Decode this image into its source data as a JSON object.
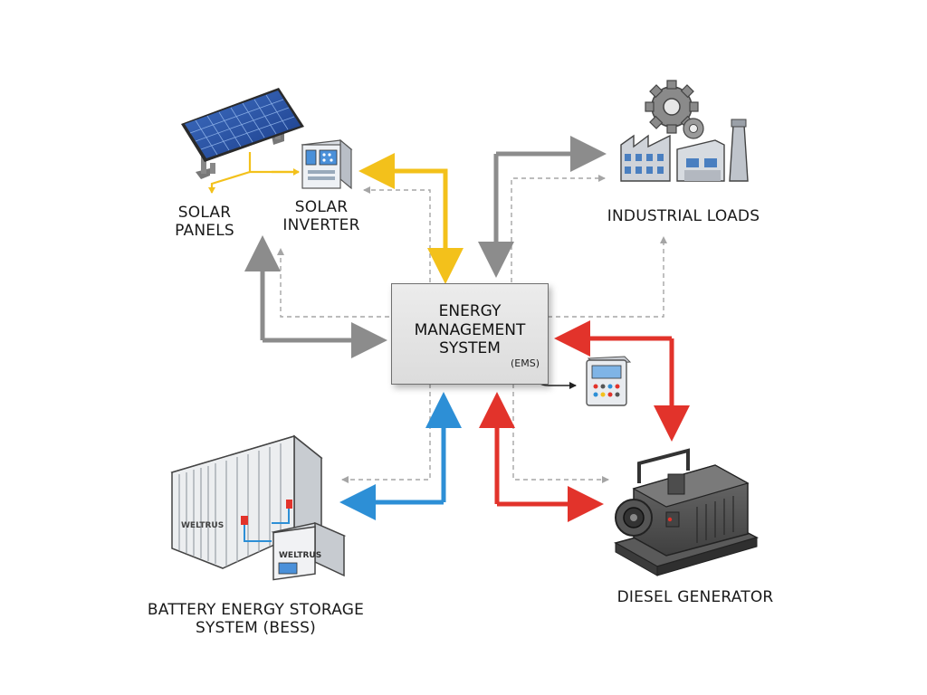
{
  "nodes": {
    "solar_panels": {
      "label_line1": "SOLAR",
      "label_line2": "PANELS"
    },
    "solar_inverter": {
      "label_line1": "SOLAR",
      "label_line2": "INVERTER"
    },
    "industrial_loads": {
      "label": "INDUSTRIAL LOADS"
    },
    "ems": {
      "line1": "ENERGY",
      "line2": "MANAGEMENT",
      "line3": "SYSTEM",
      "abbr": "(EMS)"
    },
    "bess": {
      "label_line1": "BATTERY ENERGY STORAGE",
      "label_line2": "SYSTEM (BESS)",
      "brand": "WELTRUS"
    },
    "diesel_generator": {
      "label": "DIESEL GENERATOR"
    }
  },
  "colors": {
    "solar_flow": "#f3c11b",
    "load_flow": "#8c8c8c",
    "battery_flow": "#2d8fd6",
    "generator_flow": "#e2332b",
    "control_dashed": "#a5a5a5"
  }
}
